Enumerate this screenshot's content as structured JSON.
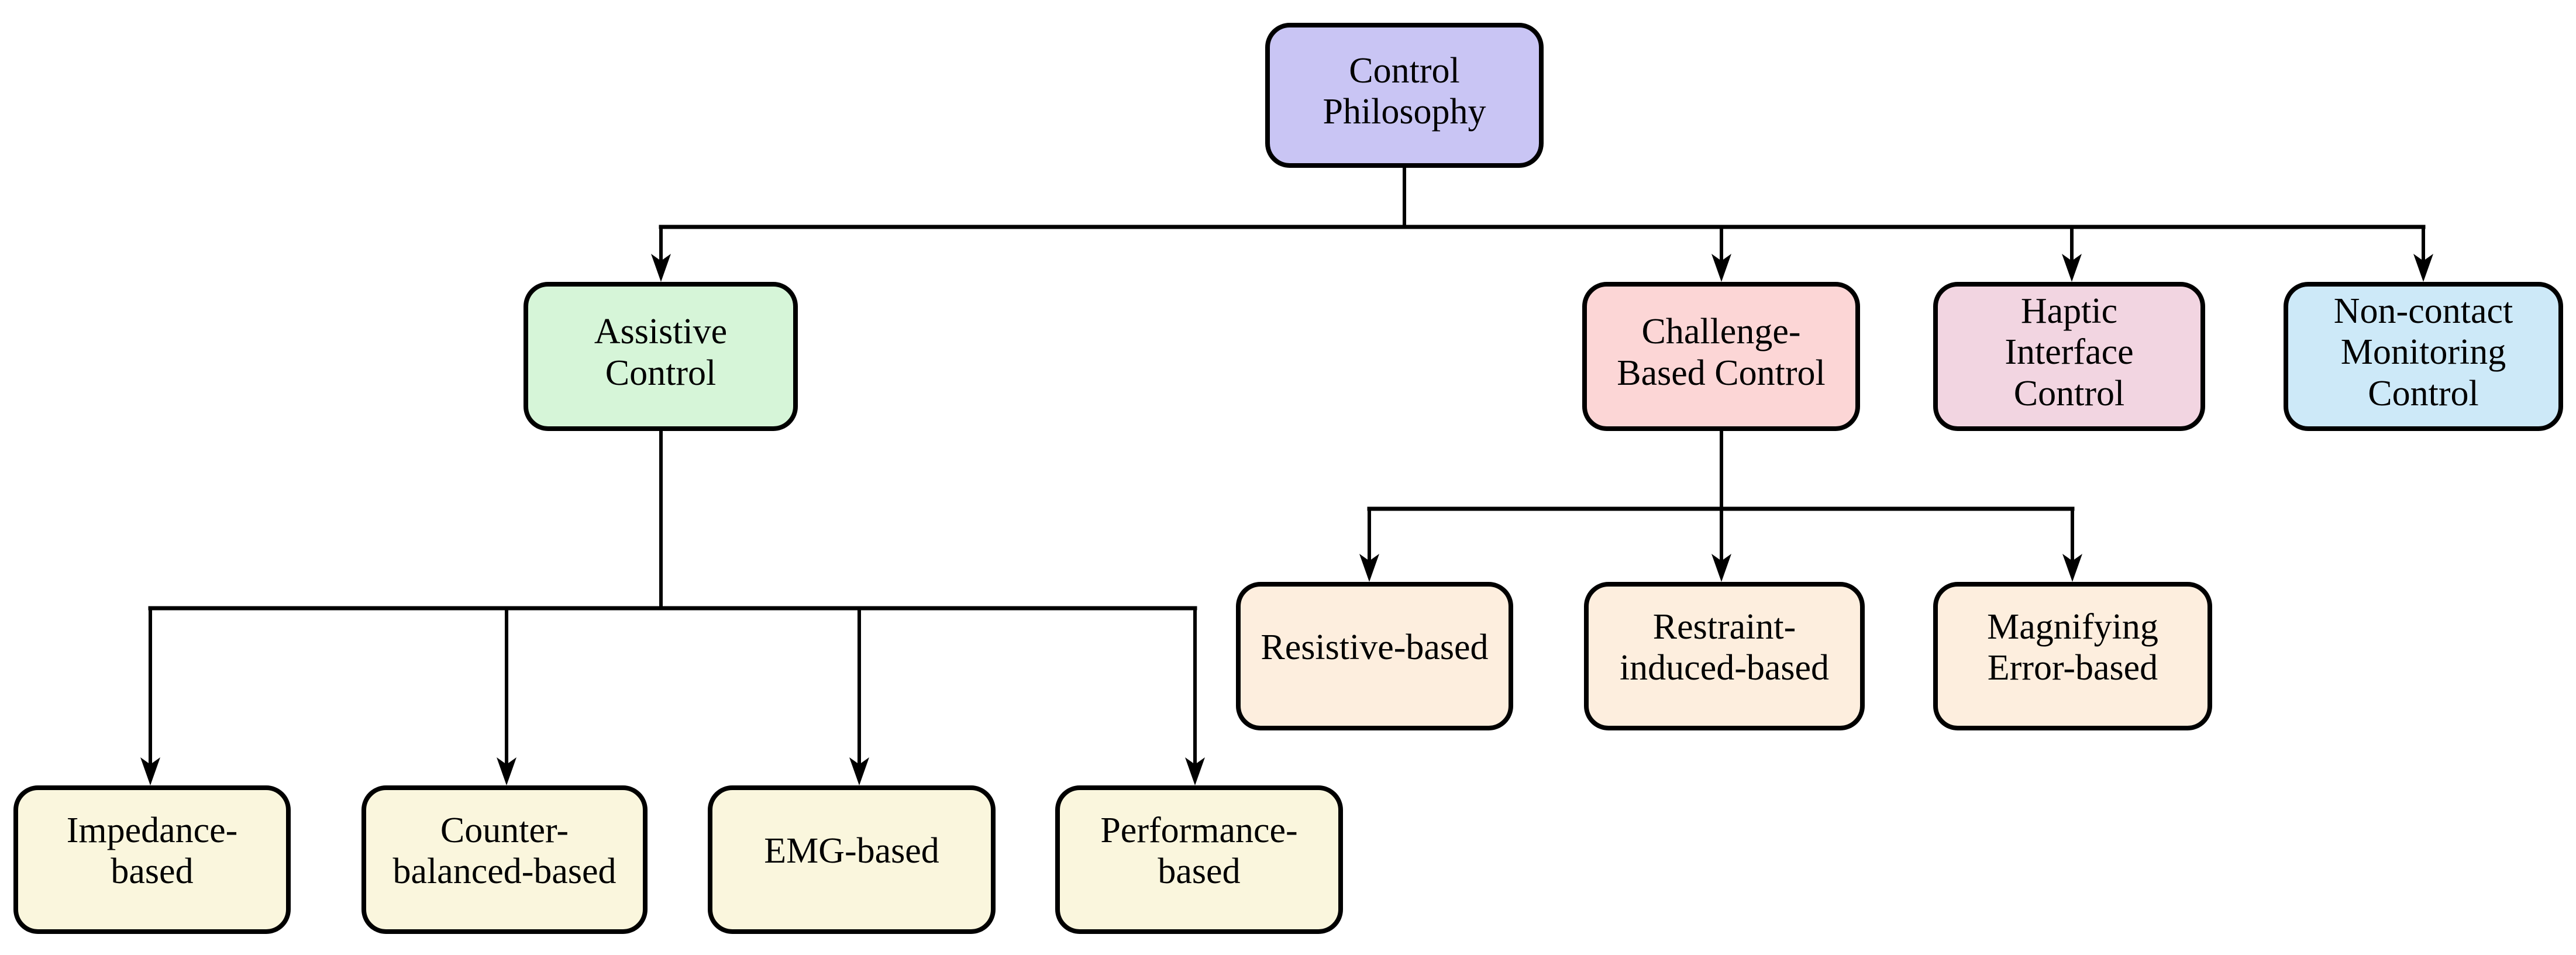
{
  "diagram": {
    "background": "#ffffff",
    "line_color": "#000000",
    "border_color": "#000000",
    "nodes": {
      "control_philosophy": {
        "id": "control-philosophy",
        "lines": [
          "Control",
          "Philosophy"
        ],
        "label": "Control Philosophy",
        "fill": "#c9c5f4"
      },
      "assistive_control": {
        "id": "assistive-control",
        "lines": [
          "Assistive",
          "Control"
        ],
        "label": "Assistive Control",
        "fill": "#d6f5d8"
      },
      "challenge_based_control": {
        "id": "challenge-based-control",
        "lines": [
          "Challenge-",
          "Based Control"
        ],
        "label": "Challenge-Based Control",
        "fill": "#fcd6d6"
      },
      "haptic_interface_control": {
        "id": "haptic-interface-control",
        "lines": [
          "Haptic",
          "Interface",
          "Control"
        ],
        "label": "Haptic Interface Control",
        "fill": "#f2d5e1"
      },
      "non_contact_monitoring_control": {
        "id": "non-contact-monitoring-control",
        "lines": [
          "Non-contact",
          "Monitoring",
          "Control"
        ],
        "label": "Non-contact Monitoring Control",
        "fill": "#cde9f8"
      },
      "resistive_based": {
        "id": "resistive-based",
        "lines": [
          "Resistive-based"
        ],
        "label": "Resistive-based",
        "fill": "#fdeede"
      },
      "restraint_induced_based": {
        "id": "restraint-induced-based",
        "lines": [
          "Restraint-",
          "induced-based"
        ],
        "label": "Restraint-induced-based",
        "fill": "#fdeede"
      },
      "magnifying_error_based": {
        "id": "magnifying-error-based",
        "lines": [
          "Magnifying",
          "Error-based"
        ],
        "label": "Magnifying Error-based",
        "fill": "#fdeede"
      },
      "impedance_based": {
        "id": "impedance-based",
        "lines": [
          "Impedance-",
          "based"
        ],
        "label": "Impedance-based",
        "fill": "#faf6dd"
      },
      "counter_balanced_based": {
        "id": "counter-balanced-based",
        "lines": [
          "Counter-",
          "balanced-based"
        ],
        "label": "Counter-balanced-based",
        "fill": "#faf6dd"
      },
      "emg_based": {
        "id": "emg-based",
        "lines": [
          "EMG-based"
        ],
        "label": "EMG-based",
        "fill": "#faf6dd"
      },
      "performance_based": {
        "id": "performance-based",
        "lines": [
          "Performance-",
          "based"
        ],
        "label": "Performance-based",
        "fill": "#faf6dd"
      }
    },
    "edges": [
      {
        "from": "control-philosophy",
        "to": "assistive-control"
      },
      {
        "from": "control-philosophy",
        "to": "challenge-based-control"
      },
      {
        "from": "control-philosophy",
        "to": "haptic-interface-control"
      },
      {
        "from": "control-philosophy",
        "to": "non-contact-monitoring-control"
      },
      {
        "from": "assistive-control",
        "to": "impedance-based"
      },
      {
        "from": "assistive-control",
        "to": "counter-balanced-based"
      },
      {
        "from": "assistive-control",
        "to": "emg-based"
      },
      {
        "from": "assistive-control",
        "to": "performance-based"
      },
      {
        "from": "challenge-based-control",
        "to": "resistive-based"
      },
      {
        "from": "challenge-based-control",
        "to": "restraint-induced-based"
      },
      {
        "from": "challenge-based-control",
        "to": "magnifying-error-based"
      }
    ]
  }
}
